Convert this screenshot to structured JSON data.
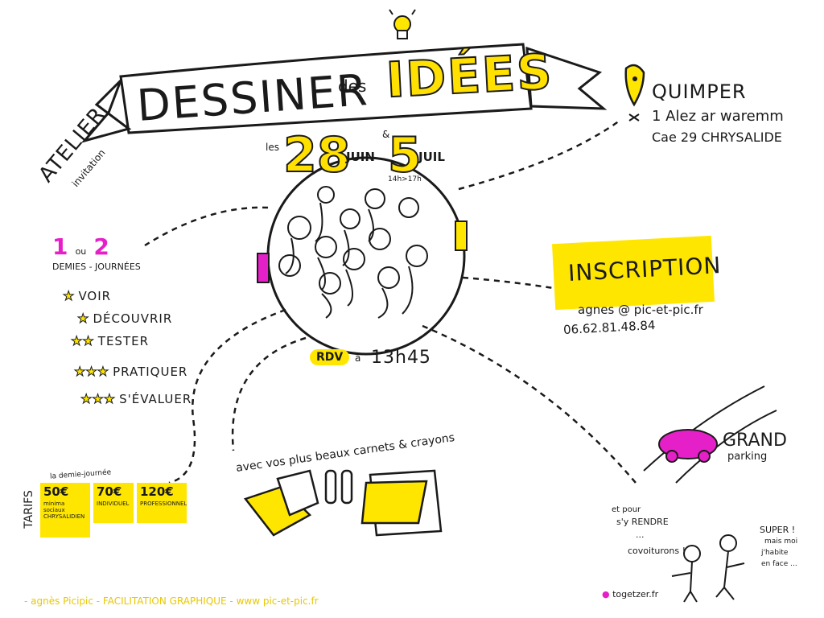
{
  "banner": {
    "atelier": "ATELIER",
    "invitation": "invitation",
    "title": "DESSINER",
    "connector": "des",
    "idees": "IDÉES"
  },
  "dates": {
    "les": "les",
    "day1": "28",
    "month1": "JUIN",
    "and": "&",
    "day2": "5",
    "month2": "JUIL",
    "hours": "14h>17h"
  },
  "location": {
    "city": "QUIMPER",
    "address": "1 Alez ar waremm",
    "venue": "Cae 29 CHRYSALIDE"
  },
  "inscription": {
    "label": "INSCRIPTION",
    "email": "agnes @ pic-et-pic.fr",
    "phone": "06.62.81.48.84"
  },
  "rdv": {
    "label": "RDV",
    "a": "à",
    "time": "13h45"
  },
  "sessions": {
    "n1": "1",
    "ou": "ou",
    "n2": "2",
    "label": "DEMIES - JOURNÉES"
  },
  "activities": [
    {
      "stars": "★",
      "label": "VOIR"
    },
    {
      "stars": "★",
      "label": "DÉCOUVRIR"
    },
    {
      "stars": "★★",
      "label": "TESTER"
    },
    {
      "stars": "★★★",
      "label": "PRATIQUER"
    },
    {
      "stars": "★★★",
      "label": "S'ÉVALUER"
    }
  ],
  "tarifs": {
    "label": "TARIFS",
    "subtitle": "la demie-journée",
    "items": [
      {
        "price": "50€",
        "desc": "minima sociaux CHRYSALIDIEN"
      },
      {
        "price": "70€",
        "desc": "INDIVIDUEL"
      },
      {
        "price": "120€",
        "desc": "PROFESSIONNEL"
      }
    ]
  },
  "materials": {
    "caption": "avec vos plus beaux carnets & crayons"
  },
  "parking": {
    "grand": "GRAND",
    "parking": "parking"
  },
  "covoit": {
    "line1": "et pour",
    "line2": "s'y RENDRE",
    "dots": "...",
    "line3": "covoiturons !",
    "site": "togetzer.fr",
    "reply1": "SUPER !",
    "reply2": "mais moi",
    "reply3": "j'habite",
    "reply4": "en face ..."
  },
  "footer": {
    "credit": "- agnès Picipic - FACILITATION GRAPHIQUE - www pic-et-pic.fr"
  },
  "colors": {
    "accent": "#ffe600",
    "magenta": "#e620c8",
    "ink": "#1a1a1a"
  }
}
